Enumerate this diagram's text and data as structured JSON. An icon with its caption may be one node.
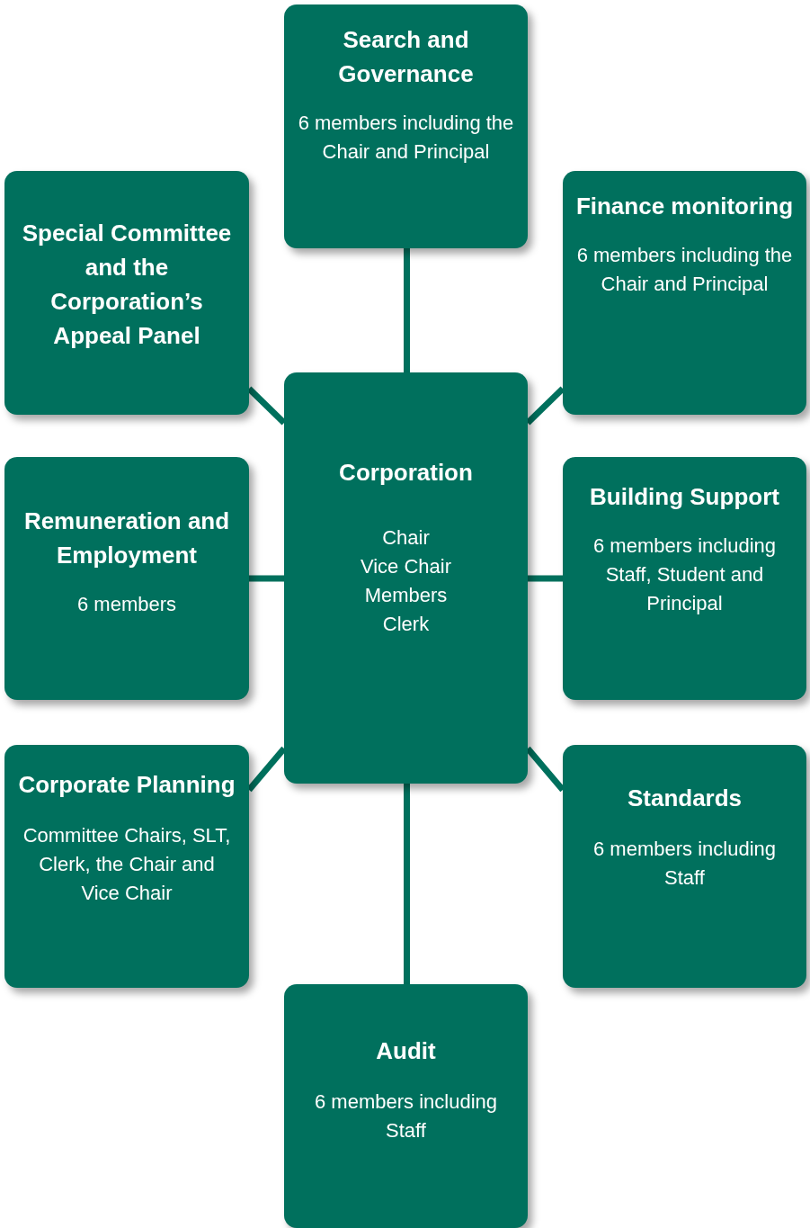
{
  "diagram": {
    "nodes": [
      {
        "text": [
          "Search and Governance",
          "6 members including the Chair and Principal"
        ]
      },
      {
        "text": [
          "Special Committee and the Corporation’s Appeal Panel"
        ]
      },
      {
        "text": [
          "Finance monitoring",
          "6 members including the Chair and Principal"
        ]
      },
      {
        "text": [
          "Corporation",
          "Chair",
          "Vice Chair",
          "Members",
          "Clerk"
        ]
      },
      {
        "text": [
          "Remuneration and Employment",
          "6 members"
        ]
      },
      {
        "text": [
          "Building Support",
          "6 members including Staff, Student and Principal"
        ]
      },
      {
        "text": [
          "Corporate Planning",
          "Committee Chairs, SLT, Clerk, the Chair and Vice Chair"
        ]
      },
      {
        "text": [
          "Standards",
          "6 members including Staff"
        ]
      },
      {
        "text": [
          "Audit",
          "6 members including Staff"
        ]
      }
    ],
    "edges": [
      {
        "from": 3,
        "to": 0,
        "arrow": "none"
      },
      {
        "from": 3,
        "to": 1,
        "arrow": "none"
      },
      {
        "from": 3,
        "to": 2,
        "arrow": "none"
      },
      {
        "from": 3,
        "to": 4,
        "arrow": "none"
      },
      {
        "from": 3,
        "to": 5,
        "arrow": "none"
      },
      {
        "from": 3,
        "to": 6,
        "arrow": "none"
      },
      {
        "from": 3,
        "to": 7,
        "arrow": "none"
      },
      {
        "from": 3,
        "to": 8,
        "arrow": "none"
      }
    ]
  }
}
